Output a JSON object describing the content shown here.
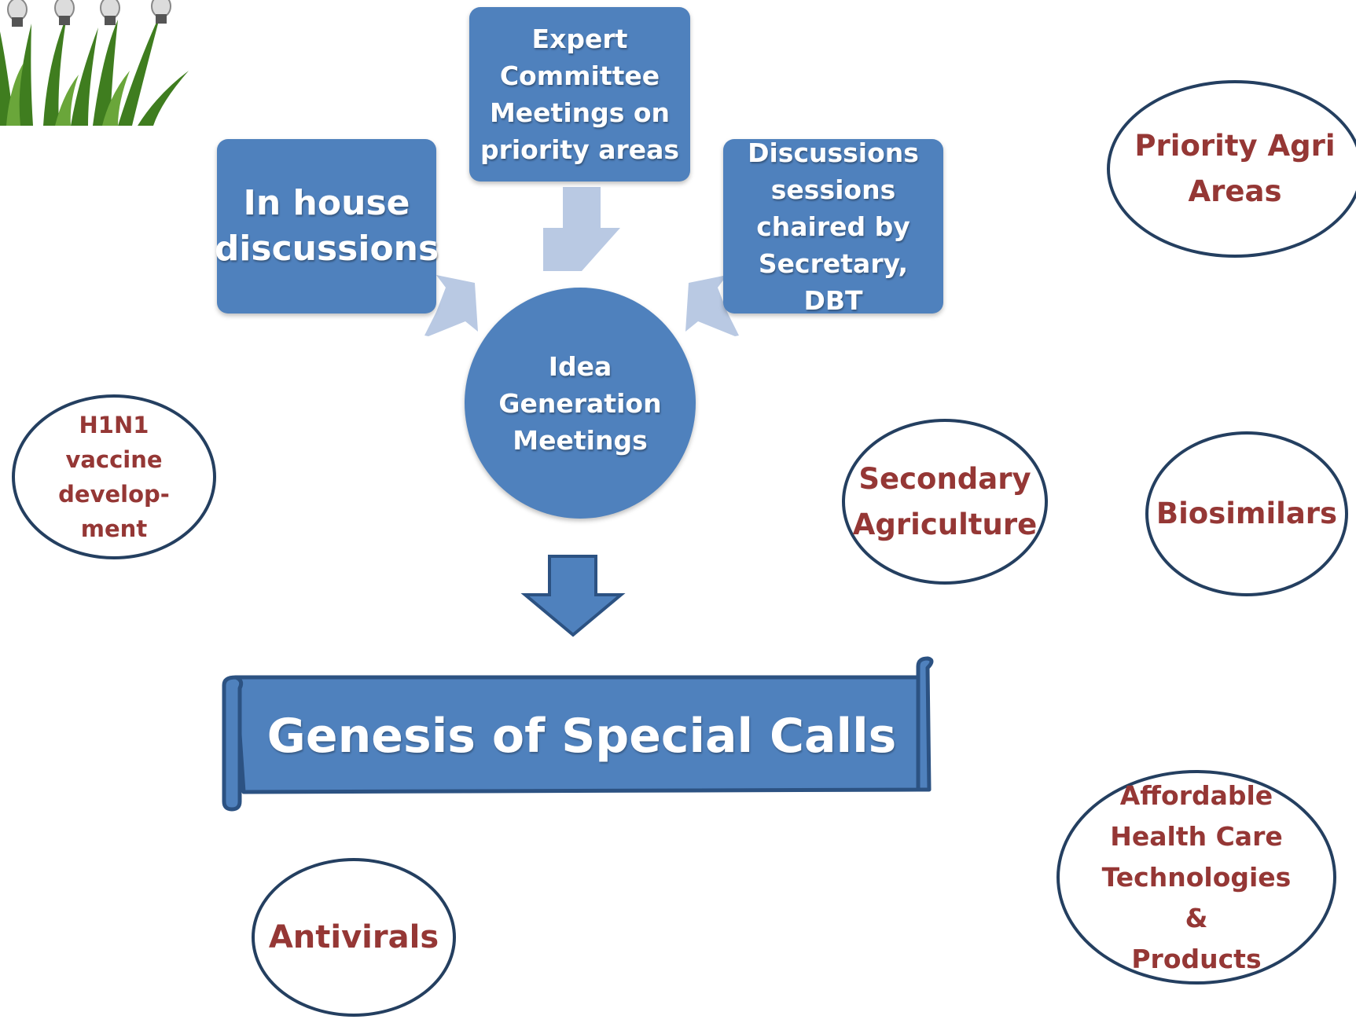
{
  "sources": {
    "in_house": "In house\ndiscussions",
    "expert_committee": "Expert\nCommittee\nMeetings on\npriority areas",
    "secretary_sessions": "Discussions\nsessions\nchaired by\nSecretary, DBT"
  },
  "center": {
    "label": "Idea\nGeneration\nMeetings"
  },
  "banner": {
    "title": "Genesis of Special Calls"
  },
  "topics": {
    "priority_agri": "Priority Agri\nAreas",
    "h1n1": "H1N1\nvaccine\ndevelop-\nment",
    "secondary_agriculture": "Secondary\nAgriculture",
    "biosimilars": "Biosimilars",
    "antivirals": "Antivirals",
    "affordable_health": "Affordable\nHealth Care\nTechnologies\n&\nProducts"
  },
  "colors": {
    "box_fill": "#4f81bd",
    "arrow_light": "#b9c9e3",
    "oval_border": "#243f60",
    "topic_text": "#953735"
  },
  "icons": {
    "decoration": "plant-bulbs-image"
  }
}
